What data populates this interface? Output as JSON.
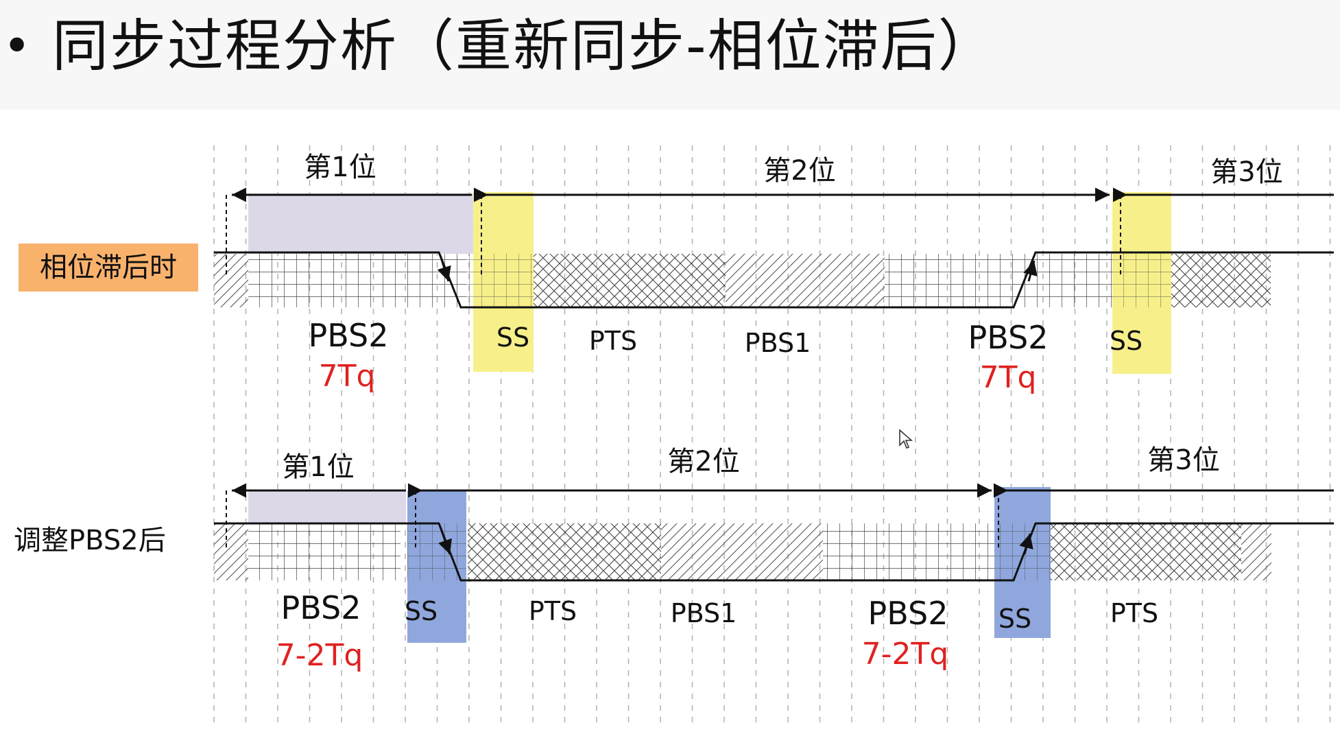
{
  "title": {
    "bullet": "•",
    "text": "同步过程分析（重新同步-相位滞后）"
  },
  "colors": {
    "orange": "#f9b26c",
    "purple": "#ddd8e8",
    "yellow": "#f7f08a",
    "blue": "#8fa7dd",
    "red": "#e02020",
    "line": "#111111",
    "grid": "#444444"
  },
  "rows": [
    {
      "label": "相位滞后时",
      "bit_labels": [
        "第1位",
        "第2位",
        "第3位"
      ],
      "segments": [
        {
          "name": "PBS2",
          "sub": "7Tq"
        },
        {
          "name": "SS",
          "sub": ""
        },
        {
          "name": "PTS",
          "sub": ""
        },
        {
          "name": "PBS1",
          "sub": ""
        },
        {
          "name": "PBS2",
          "sub": "7Tq"
        },
        {
          "name": "SS",
          "sub": ""
        }
      ]
    },
    {
      "label": "调整PBS2后",
      "bit_labels": [
        "第1位",
        "第2位",
        "第3位"
      ],
      "segments": [
        {
          "name": "PBS2",
          "sub": "7-2Tq"
        },
        {
          "name": "SS",
          "sub": ""
        },
        {
          "name": "PTS",
          "sub": ""
        },
        {
          "name": "PBS1",
          "sub": ""
        },
        {
          "name": "PBS2",
          "sub": "7-2Tq"
        },
        {
          "name": "SS",
          "sub": ""
        },
        {
          "name": "PTS",
          "sub": ""
        }
      ]
    }
  ],
  "icons": {
    "cursor": "mouse-pointer-icon"
  }
}
